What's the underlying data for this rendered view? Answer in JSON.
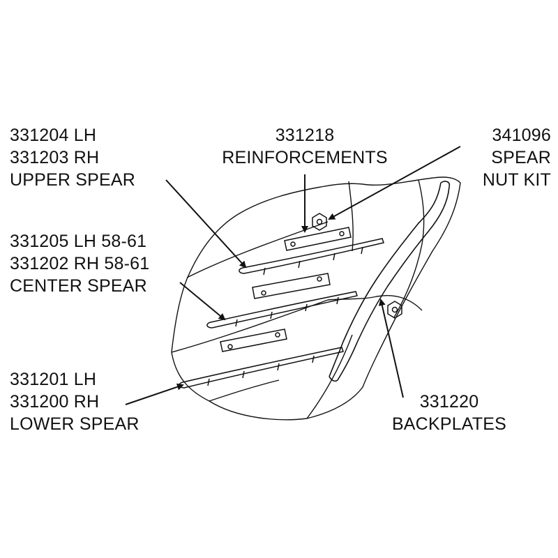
{
  "colors": {
    "ink": "#111111",
    "paper": "#ffffff"
  },
  "labels": {
    "upper_spear": {
      "lh": "331204  LH",
      "rh": "331203  RH",
      "name": "UPPER SPEAR"
    },
    "reinforcements": {
      "num": "331218",
      "name": "REINFORCEMENTS"
    },
    "spear_nut_kit": {
      "num": "341096",
      "line2": "SPEAR",
      "line3": "NUT KIT"
    },
    "center_spear": {
      "lh": "331205  LH  58-61",
      "rh": "331202  RH  58-61",
      "name": "CENTER SPEAR"
    },
    "lower_spear": {
      "lh": "331201  LH",
      "rh": "331200  RH",
      "name": "LOWER SPEAR"
    },
    "backplates": {
      "num": "331220",
      "name": "BACKPLATES"
    }
  }
}
